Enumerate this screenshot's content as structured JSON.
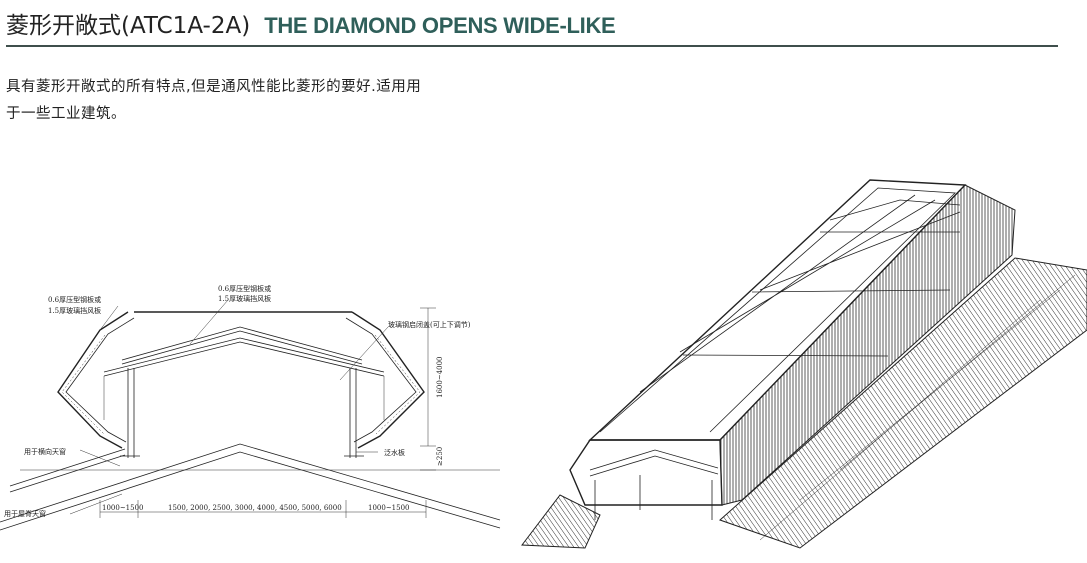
{
  "header": {
    "title_cn": "菱形开敞式(ATC1A-2A)",
    "title_en": "THE DIAMOND OPENS WIDE-LIKE"
  },
  "description": {
    "line1": "具有菱形开敞式的所有特点,但是通风性能比菱形的要好.适用用",
    "line2": "于一些工业建筑。"
  },
  "section_drawing": {
    "label_left_panel_1": "0.6厚压型钢板或",
    "label_left_panel_2": "1.5厚玻璃挡风板",
    "label_top_panel_1": "0.6厚压型钢板或",
    "label_top_panel_2": "1.5厚玻璃挡风板",
    "label_hatch": "玻璃钢启闭盖(可上下调节)",
    "label_horizontal_skylight": "用于横向天窗",
    "label_ridge_skylight": "用于屋脊天窗",
    "label_flashing": "泛水板",
    "dim_height": "1600~4000",
    "dim_curb": "≥250",
    "dim_left": "1000~1500",
    "dim_center": "1500, 2000, 2500, 3000, 4000, 4500, 5000, 6000",
    "dim_right": "1000~1500"
  }
}
